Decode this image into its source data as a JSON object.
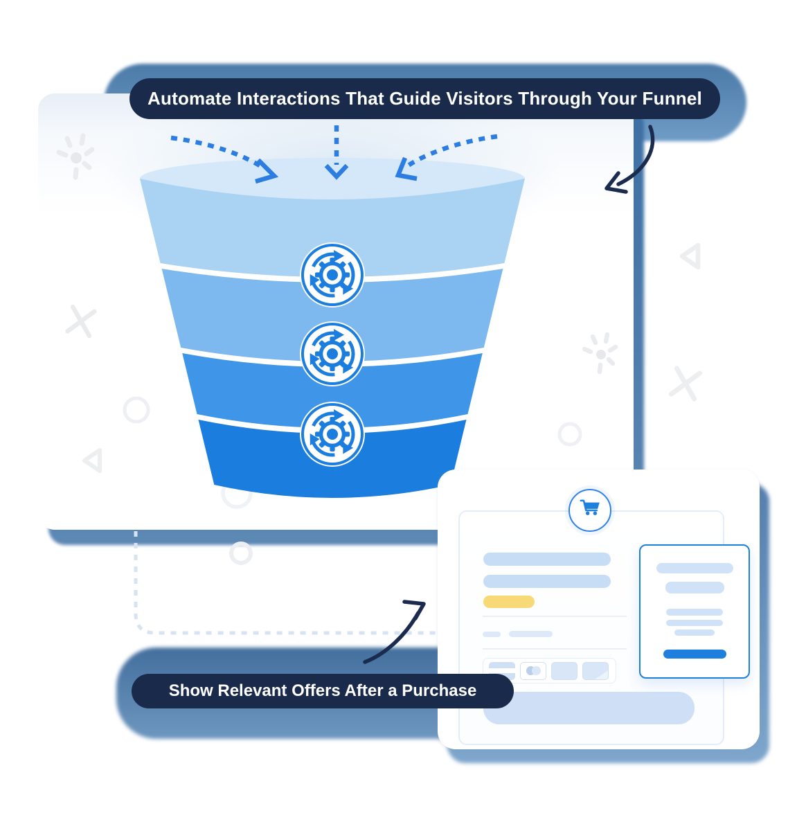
{
  "banner": {
    "label": "Automate Interactions That Guide Visitors Through Your Funnel",
    "bg_color": "#1a2a4a",
    "text_color": "#ffffff",
    "glow_color": "#5c88b4"
  },
  "funnel": {
    "inflow_arrow_count": 3,
    "inflow_arrow_color": "#2b7de2",
    "top_opening_color": "#d4e8fa",
    "stage_colors": [
      "#a9d2f3",
      "#7db9ee",
      "#3f96e8",
      "#1b7ede"
    ],
    "automation_badges": {
      "icon": "gear-sync-icon",
      "count": 3,
      "color": "#1b7ede"
    }
  },
  "offer_pill": {
    "label": "Show Relevant Offers After a Purchase",
    "bg_color": "#1a2a4a",
    "text_color": "#ffffff"
  },
  "offer_card": {
    "icon": "shopping-cart-icon",
    "accent_color": "#1e7fdd",
    "skeleton_color": "#cfe0f6",
    "highlight_color": "#f8d977",
    "thumbnail_count": 4
  },
  "decorations": {
    "shapes": [
      "sparkle",
      "cross",
      "circle",
      "triangle"
    ],
    "color": "#eceef1"
  }
}
